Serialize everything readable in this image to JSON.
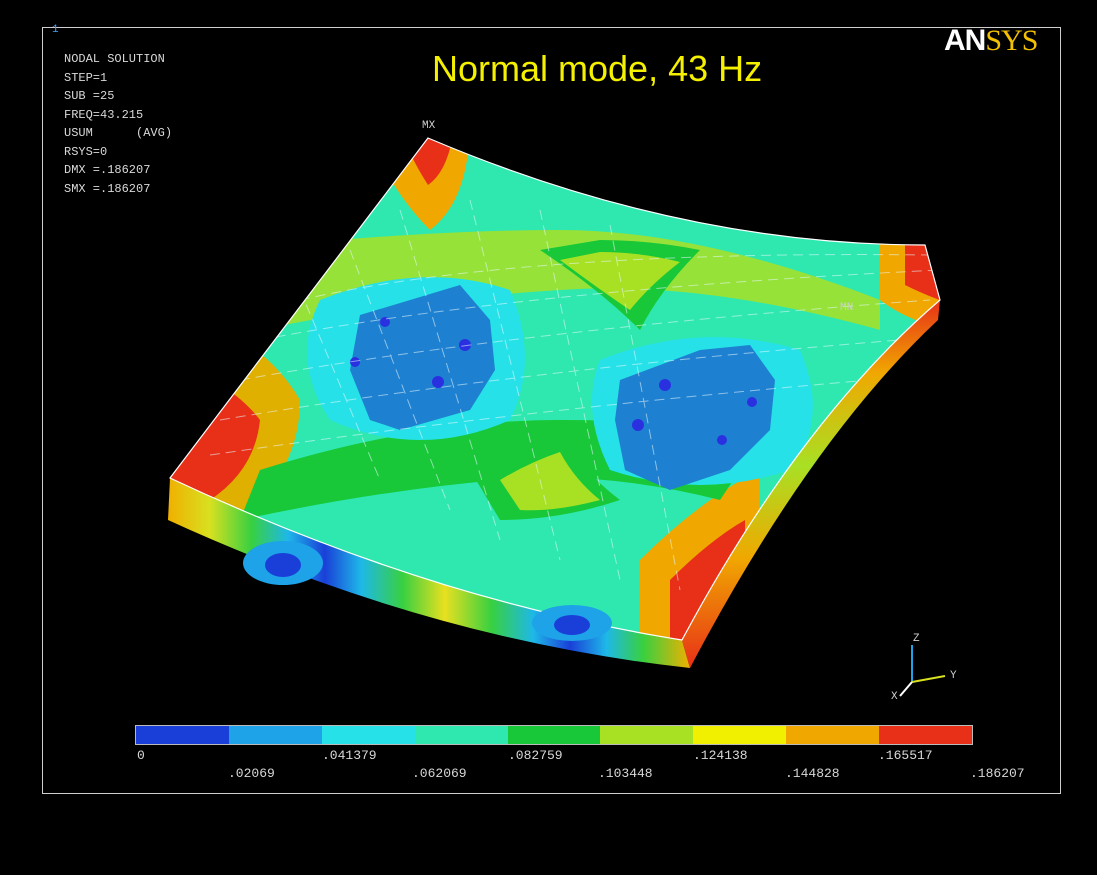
{
  "window_number": "1",
  "title": "Normal mode, 43 Hz",
  "logo": {
    "part1": "AN",
    "part2": "SYS"
  },
  "info_lines": [
    "NODAL SOLUTION",
    "STEP=1",
    "SUB =25",
    "FREQ=43.215",
    "USUM      (AVG)",
    "RSYS=0",
    "DMX =.186207",
    "SMX =.186207"
  ],
  "markers": {
    "mx": "MX",
    "mn": "MN"
  },
  "axis": {
    "z": "Z",
    "y": "Y",
    "x": "X"
  },
  "legend": {
    "colors": [
      "#1a3fd8",
      "#1ea3e8",
      "#26e2e8",
      "#2ee8b0",
      "#18c838",
      "#a8e024",
      "#f0f000",
      "#f0a800",
      "#e83018"
    ],
    "top_labels": [
      "0",
      ".041379",
      ".082759",
      ".124138",
      ".165517"
    ],
    "bottom_labels": [
      ".02069",
      ".062069",
      ".103448",
      ".144828",
      ".186207"
    ]
  }
}
